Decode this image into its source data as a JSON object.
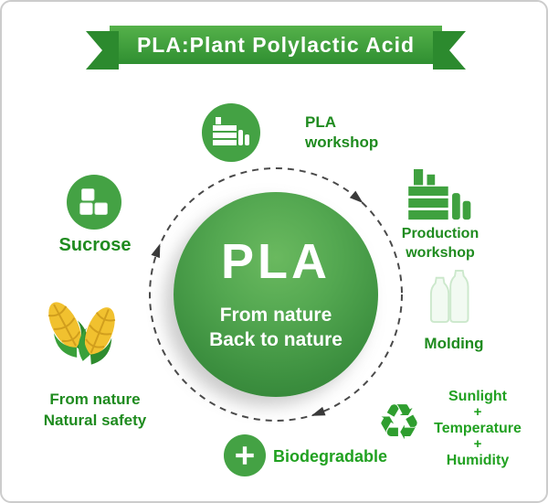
{
  "banner": {
    "title": "PLA:Plant Polylactic Acid"
  },
  "center": {
    "title": "PLA",
    "line1": "From nature",
    "line2": "Back to nature"
  },
  "nodes": {
    "pla_workshop": {
      "line1": "PLA",
      "line2": "workshop"
    },
    "production_workshop": {
      "line1": "Production",
      "line2": "workshop"
    },
    "molding": {
      "label": "Molding"
    },
    "conditions": {
      "item1": "Sunlight",
      "plus1": "+",
      "item2": "Temperature",
      "plus2": "+",
      "item3": "Humidity"
    },
    "biodegradable": {
      "label": "Biodegradable"
    },
    "from_nature": {
      "line1": "From nature",
      "line2": "Natural safety"
    },
    "sucrose": {
      "label": "Sucrose"
    }
  },
  "glyphs": {
    "recycle": "♻"
  },
  "colors": {
    "banner_green": "#3f9c3c",
    "circle_green_light": "#6ab95f",
    "circle_green_dark": "#2e7d32",
    "icon_green": "#44a244",
    "label_green_dark": "#1f8b1f",
    "label_green_bright": "#21a121",
    "corn_yellow": "#f1c12f",
    "white": "#ffffff"
  }
}
